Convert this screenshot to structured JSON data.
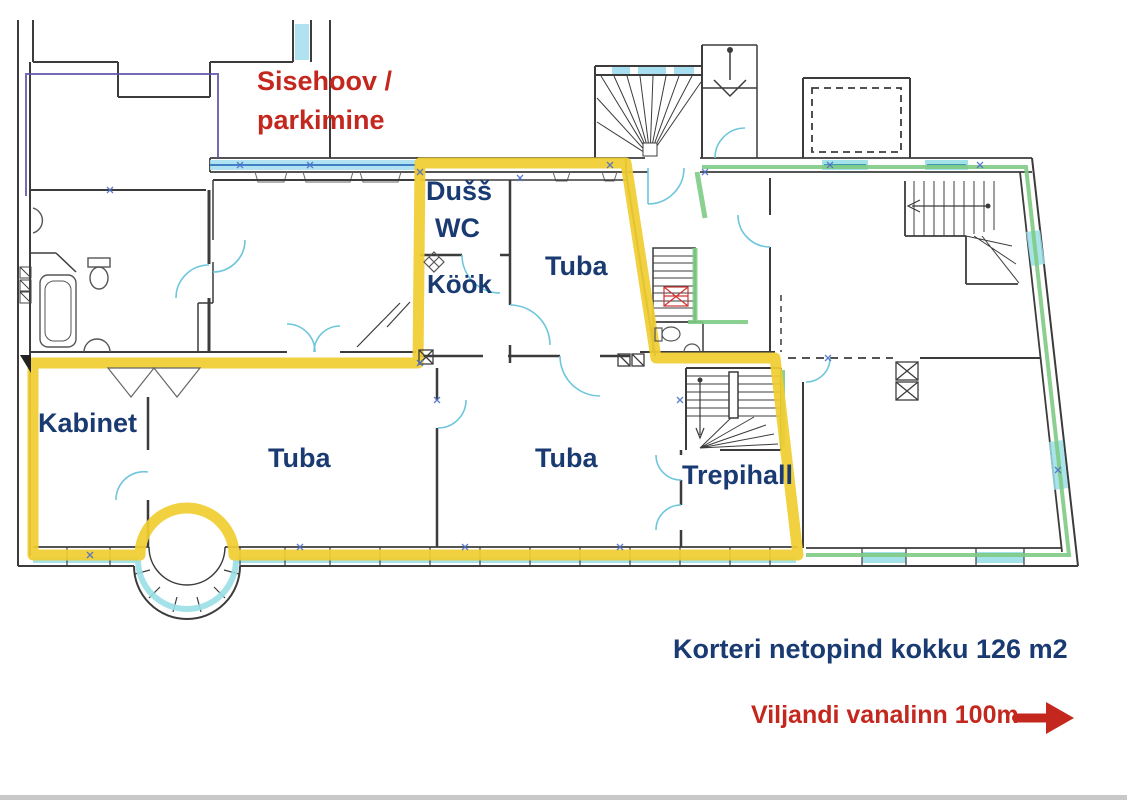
{
  "plan": {
    "courtyard_label": {
      "line1": "Sisehoov /",
      "line2": "parkimine"
    },
    "rooms": {
      "shower": "Dušš",
      "wc": "WC",
      "kitchen": "Köök",
      "room_top": "Tuba",
      "cabinet": "Kabinet",
      "room_left": "Tuba",
      "room_center": "Tuba",
      "stair_hall": "Trepihall"
    }
  },
  "footer": {
    "area_note": "Korteri netopind kokku 126 m2",
    "distance_note": "Viljandi vanalinn 100m",
    "arrow_icon": "right-arrow"
  },
  "colors": {
    "accent_yellow": "#f0cd30",
    "outline_green": "#7ecb84",
    "window_blue": "#a8dff0",
    "window_teal": "#9adfe8",
    "wall_dark": "#3c3c3c",
    "label_navy": "#1a3a72",
    "label_red": "#c3271d",
    "door_arc_blue": "#6ec6dc",
    "utility_purple": "#5b51a8",
    "tick_blue": "#4d6fc9",
    "hatch_red": "#cc3333"
  }
}
